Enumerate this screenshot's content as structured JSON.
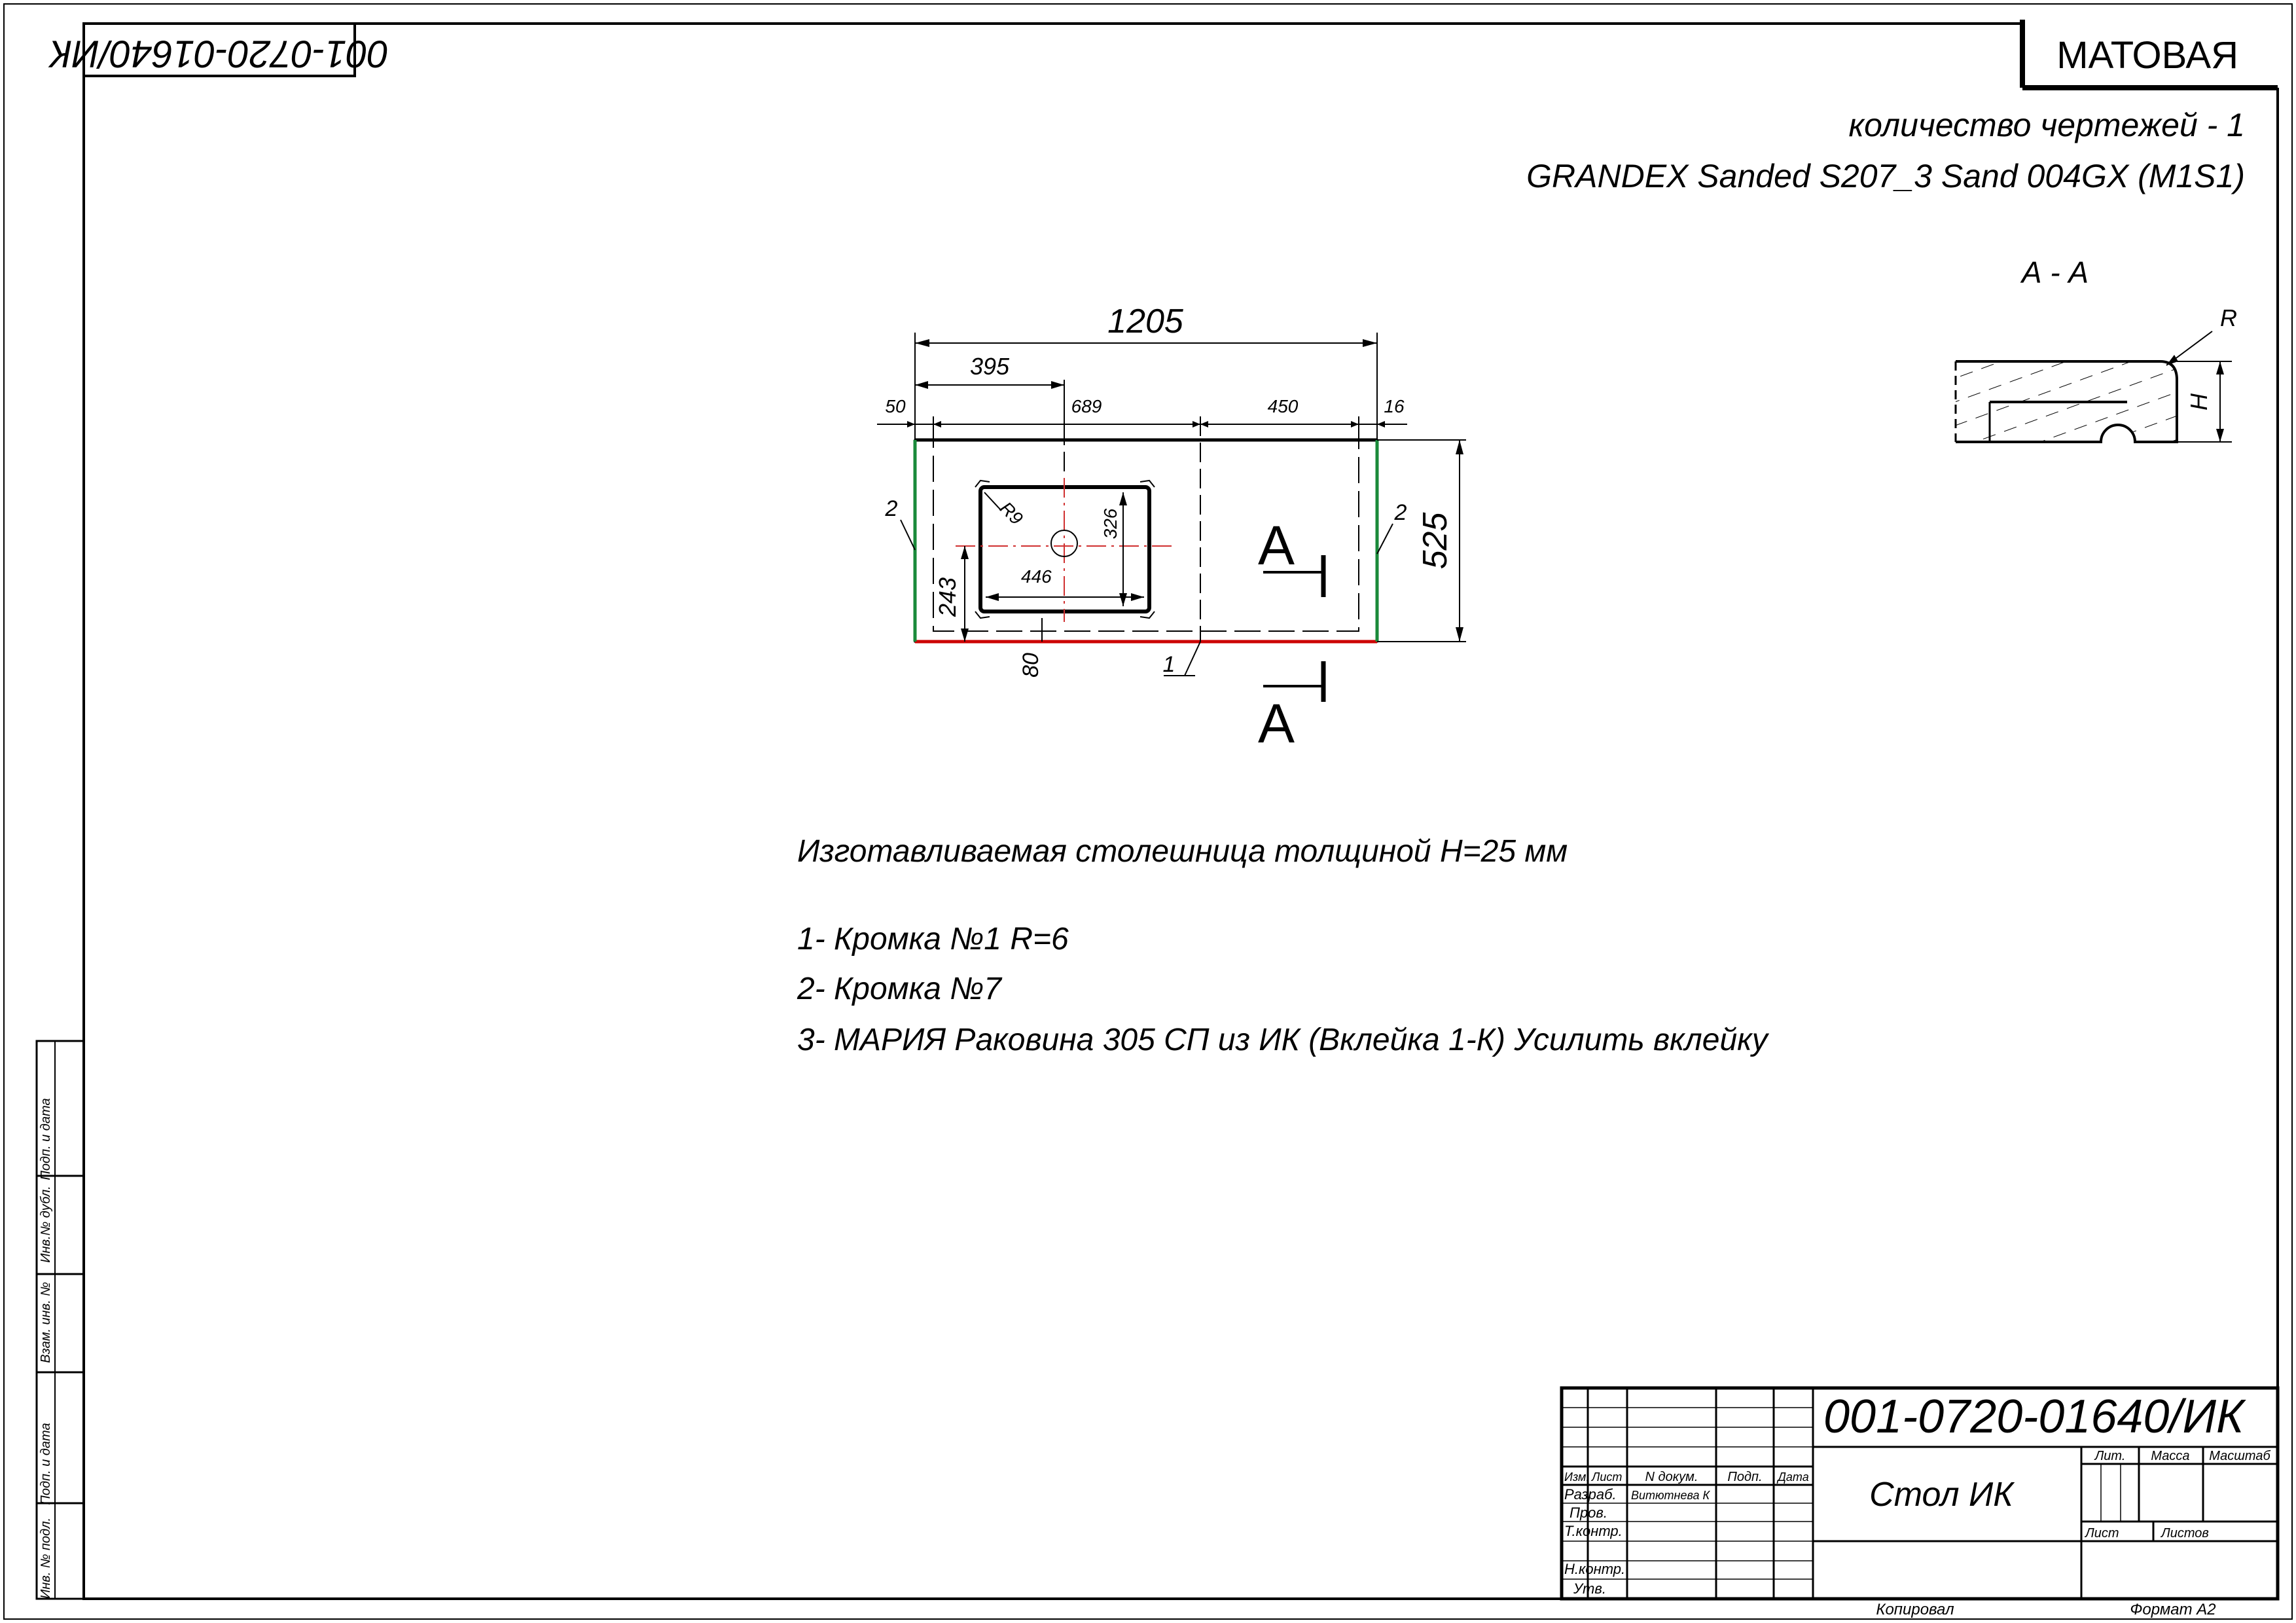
{
  "header": {
    "mirrored_code": "001-0720-01640/ИК",
    "finish": "МАТОВАЯ",
    "drawings_count": "количество чертежей - 1",
    "material": "GRANDEX Sanded S207_3 Sand 004GX (M1S1)"
  },
  "section": {
    "title": "А - А",
    "radius_label": "R",
    "height_label": "H"
  },
  "plan": {
    "overall_width": "1205",
    "dim_395": "395",
    "dim_50": "50",
    "dim_689": "689",
    "dim_450": "450",
    "dim_16": "16",
    "overall_depth": "525",
    "sink_radius": "R9",
    "sink_depth": "326",
    "sink_width": "446",
    "sink_offset": "243",
    "front_offset": "80",
    "edge_left": "2",
    "edge_right": "2",
    "edge_front": "1",
    "cut_mark": "А"
  },
  "notes": {
    "thickness": "Изготавливаемая столешница толщиной Н=25 мм",
    "item1": "1- Кромка №1 R=6",
    "item2": "2- Кромка №7",
    "item3": "3- МАРИЯ Раковина 305 СП из ИК (Вклейка 1-К) Усилить вклейку"
  },
  "side_stamp": {
    "cells": [
      "Подп. и дата",
      "Инв.№ дубл.",
      "Взам. инв. №",
      "Подп. и дата",
      "Инв. № подл."
    ]
  },
  "title_block": {
    "doc_code": "001-0720-01640/ИК",
    "name": "Стол ИК",
    "col_izm": "Изм.",
    "col_list": "Лист",
    "col_ndoc": "N докум.",
    "col_podp": "Подп.",
    "col_data": "Дата",
    "row_razrab": "Разраб.",
    "razrab_name": "Витютнева К",
    "row_prov": "Пров.",
    "row_tkontr": "Т.контр.",
    "row_nkontr": "Н.контр.",
    "row_utv": "Утв.",
    "lit": "Лит.",
    "massa": "Масса",
    "masshtab": "Масштаб",
    "list": "Лист",
    "listov": "Листов",
    "kopiroval": "Копировал",
    "format": "Формат А2"
  },
  "colors": {
    "edge_band_front": "#cc0000",
    "edge_band_side": "#1a8a3a",
    "sink_centerline": "#d03030"
  }
}
